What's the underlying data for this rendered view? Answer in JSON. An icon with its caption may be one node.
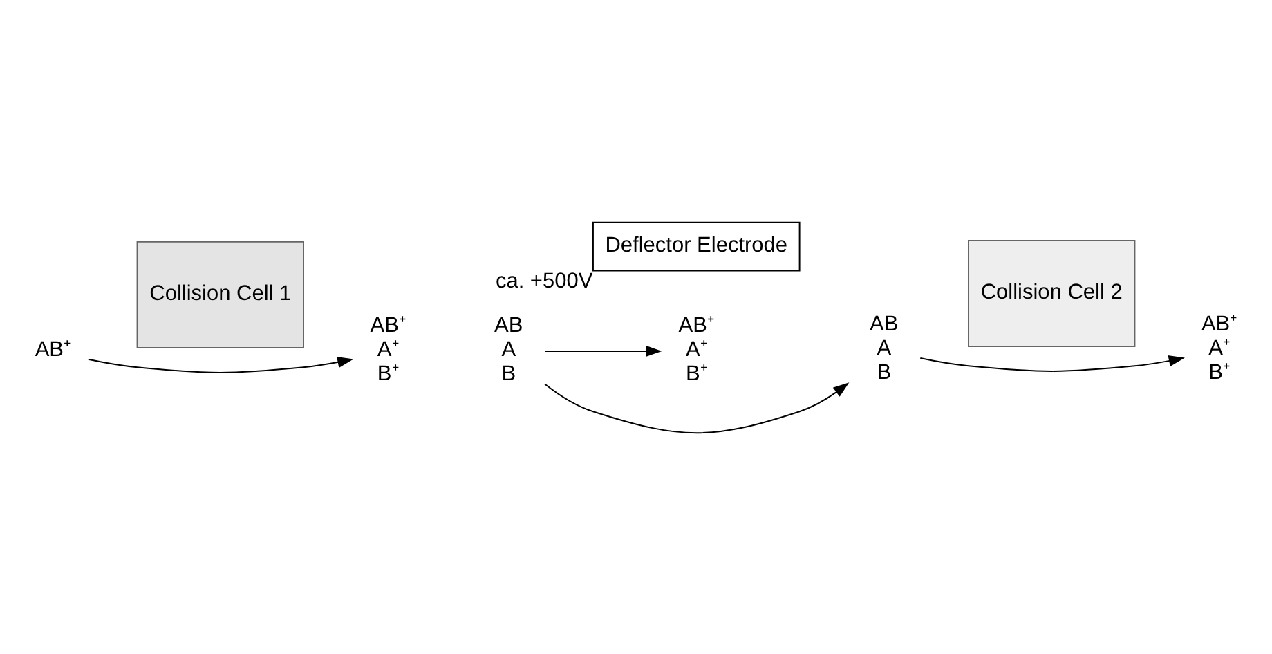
{
  "diagram": {
    "nodes": [
      {
        "text": [
          "AB⁺"
        ]
      },
      {
        "text": [
          "Collision Cell 1"
        ]
      },
      {
        "text": [
          "AB⁺",
          "A⁺",
          "B⁺"
        ]
      },
      {
        "text": [
          "AB",
          "A",
          "B"
        ]
      },
      {
        "text": [
          "Deflector Electrode"
        ],
        "beside": [
          "ca. +500V"
        ]
      },
      {
        "text": [
          "AB⁺",
          "A⁺",
          "B⁺"
        ]
      },
      {
        "text": [
          "AB",
          "A",
          "B"
        ]
      },
      {
        "text": [
          "Collision Cell 2"
        ]
      },
      {
        "text": [
          "AB⁺",
          "A⁺",
          "B⁺"
        ]
      }
    ],
    "edges": [
      {
        "from": 0,
        "to": 2,
        "arrow": "to"
      },
      {
        "from": 3,
        "to": 5,
        "arrow": "to"
      },
      {
        "from": 3,
        "to": 6,
        "arrow": "to"
      },
      {
        "from": 6,
        "to": 8,
        "arrow": "to"
      }
    ]
  }
}
